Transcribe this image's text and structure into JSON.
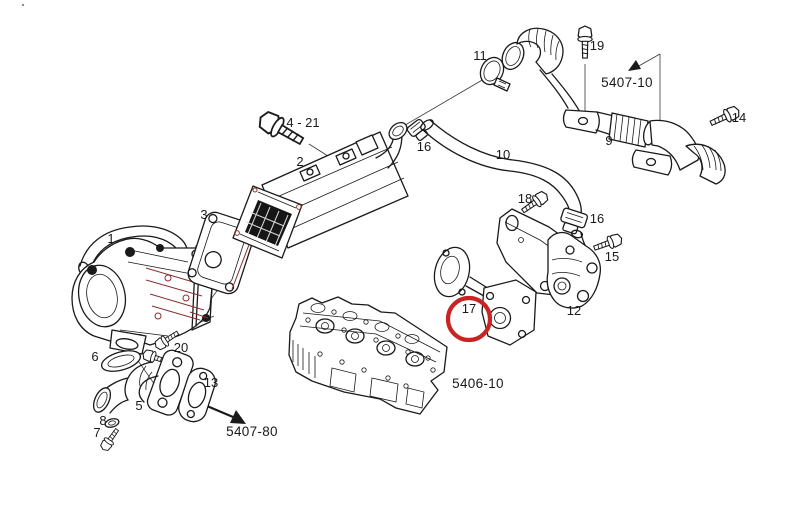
{
  "diagram": {
    "callouts": {
      "c1": "1",
      "c2": "2",
      "c3": "3",
      "c4": "4 - 21",
      "c5": "5",
      "c6": "6",
      "c7": "7",
      "c8": "8",
      "c9": "9",
      "c10": "10",
      "c11": "11",
      "c12": "12",
      "c13": "13",
      "c14": "14",
      "c15": "15",
      "c16a": "16",
      "c16b": "16",
      "c17": "17",
      "c18": "18",
      "c19": "19",
      "c20": "20"
    },
    "references": {
      "top_right": "5407-10",
      "bottom_left": "5407-80",
      "engine": "5406-10"
    },
    "colors": {
      "line": "#1a1a1a",
      "highlight_circle": "#c92323",
      "hidden_detail": "#8b3030",
      "cooler_core": "#161616",
      "background": "#ffffff"
    },
    "highlighted_callout": "17"
  }
}
